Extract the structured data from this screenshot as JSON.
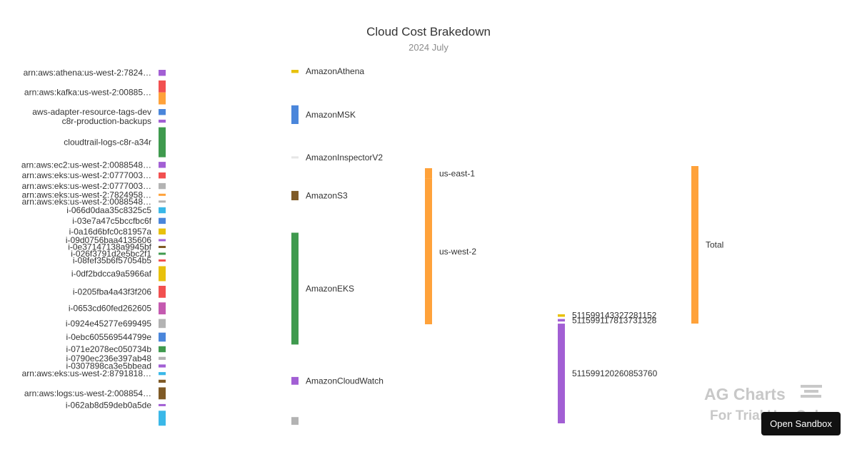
{
  "chart_data": {
    "type": "sankey",
    "title": "Cloud Cost Brakedown",
    "subtitle": "2024 July",
    "columns": [
      [
        {
          "label": "arn:aws:athena:us-west-2:7824…",
          "value": 1,
          "color": "#a25fd4"
        },
        {
          "label": "arn:aws:kafka:us-west-2:00885…",
          "value": 4,
          "color": "#f25050,#ffa23a"
        },
        {
          "label": "aws-adapter-resource-tags-dev",
          "value": 1,
          "color": "#4a86db"
        },
        {
          "label": "c8r-production-backups",
          "value": 0.5,
          "color": "#a25fd4"
        },
        {
          "label": "cloudtrail-logs-c8r-a34r",
          "value": 5,
          "color": "#3f9a4e"
        },
        {
          "label": "arn:aws:ec2:us-west-2:0088548…",
          "value": 1,
          "color": "#a25fd4"
        },
        {
          "label": "arn:aws:eks:us-west-2:0777003…",
          "value": 1,
          "color": "#f25050"
        },
        {
          "label": "arn:aws:eks:us-west-2:0777003…",
          "value": 1,
          "color": "#b3b3b3"
        },
        {
          "label": "arn:aws:eks:us-west-2:7824958…",
          "value": 0.3,
          "color": "#ffa23a"
        },
        {
          "label": "arn:aws:eks:us-west-2:0088548…",
          "value": 0.3,
          "color": "#b3b3b3"
        },
        {
          "label": "i-066d0daa35c8325c5",
          "value": 1,
          "color": "#3ab8e8"
        },
        {
          "label": "i-03e7a47c5bccfbc6f",
          "value": 1,
          "color": "#4a86db"
        },
        {
          "label": "i-0a16d6bfc0c81957a",
          "value": 1,
          "color": "#e8c10c"
        },
        {
          "label": "i-09d0756baa4135606",
          "value": 0.3,
          "color": "#a25fd4"
        },
        {
          "label": "i-0e37147138a9945bf",
          "value": 0.3,
          "color": "#7f5a26"
        },
        {
          "label": "i-026f3791d2e5bc2f1",
          "value": 0.3,
          "color": "#3f9a4e"
        },
        {
          "label": "i-08fef35b6f57054b5",
          "value": 0.3,
          "color": "#f25050"
        },
        {
          "label": "i-0df2bdcca9a5966af",
          "value": 2.5,
          "color": "#e8c10c"
        },
        {
          "label": "i-0205fba4a43f3f206",
          "value": 2,
          "color": "#f25050"
        },
        {
          "label": "i-0653cd60fed262605",
          "value": 2,
          "color": "#c45ab0"
        },
        {
          "label": "i-0924e45277e699495",
          "value": 1.5,
          "color": "#b3b3b3"
        },
        {
          "label": "i-0ebc605569544799e",
          "value": 1.5,
          "color": "#4a86db"
        },
        {
          "label": "i-071e2078ec050734b",
          "value": 1,
          "color": "#3f9a4e"
        },
        {
          "label": "i-0790ec236e397ab48",
          "value": 0.5,
          "color": "#b3b3b3"
        },
        {
          "label": "i-0307898ca3e5bbead",
          "value": 0.5,
          "color": "#a25fd4"
        },
        {
          "label": "arn:aws:eks:us-west-2:8791818…",
          "value": 0.5,
          "color": "#3ab8e8"
        },
        {
          "label": "",
          "value": 0.5,
          "color": "#7f5a26"
        },
        {
          "label": "arn:aws:logs:us-west-2:008854…",
          "value": 2,
          "color": "#7f5a26"
        },
        {
          "label": "i-062ab8d59deb0a5de",
          "value": 0.3,
          "color": "#a25fd4"
        },
        {
          "label": "",
          "value": 2.5,
          "color": "#3ab8e8"
        }
      ],
      [
        {
          "label": "AmazonAthena",
          "value": 1,
          "color": "#e8c10c"
        },
        {
          "label": "AmazonMSK",
          "value": 6,
          "color": "#4a86db"
        },
        {
          "label": "AmazonInspectorV2",
          "value": 0.2,
          "color": "#e6e6e6"
        },
        {
          "label": "AmazonS3",
          "value": 3,
          "color": "#7f5a26"
        },
        {
          "label": "AmazonEKS",
          "value": 36,
          "color": "#3f9a4e"
        },
        {
          "label": "AmazonCloudWatch",
          "value": 2.5,
          "color": "#a25fd4"
        },
        {
          "label": "",
          "value": 2.5,
          "color": "#b3b3b3"
        }
      ],
      [
        {
          "label": "us-east-1",
          "value": 4,
          "color": "#ffa23a"
        },
        {
          "label": "us-west-2",
          "value": 56,
          "color": "#ffa23a"
        }
      ],
      [
        {
          "label": "511599143327281152",
          "value": 1,
          "color": "#e8c10c"
        },
        {
          "label": "511599117813731328",
          "value": 1,
          "color": "#a25fd4"
        },
        {
          "label": "511599120260853760",
          "value": 40,
          "color": "#a25fd4"
        }
      ],
      [
        {
          "label": "Total",
          "value": 60,
          "color": "#ffa23a"
        }
      ]
    ]
  },
  "watermark": {
    "brand": "AG Charts",
    "notice": "For Trial Use Only"
  },
  "sandbox_button": {
    "label": "Open Sandbox"
  }
}
